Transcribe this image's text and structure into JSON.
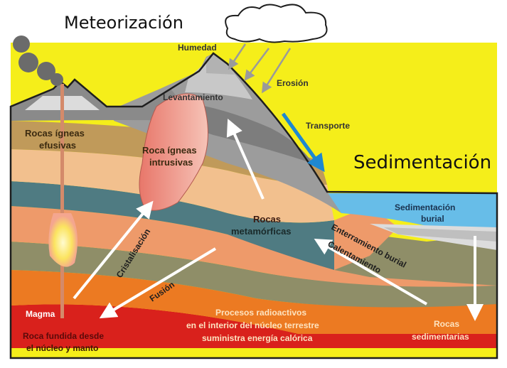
{
  "titles": {
    "weathering": "Meteorización",
    "sedimentation": "Sedimentación"
  },
  "labels": {
    "humidity": "Humedad",
    "erosion": "Erosión",
    "uplift": "Levantamiento",
    "transport": "Transporte",
    "extrusive_1": "Rocas ígneas",
    "extrusive_2": "efusivas",
    "intrusive_1": "Roca ígneas",
    "intrusive_2": "intrusivas",
    "sed_burial_1": "Sedimentación",
    "sed_burial_2": "burial",
    "metamorphic_1": "Rocas",
    "metamorphic_2": "metamórficas",
    "burial": "Enterramiento burial",
    "heating": "Calentamiento",
    "crystallization": "Cristalisación",
    "fusion": "Fusión",
    "magma": "Magma",
    "molten_1": "Roca fundida desde",
    "molten_2": "el núcleo y manto",
    "radio_1": "Procesos radioactivos",
    "radio_2": "en el interior del núcleo terrestre",
    "radio_3": "suministra energía calórica",
    "sedimentary_1": "Rocas",
    "sedimentary_2": "sedimentarias"
  },
  "colors": {
    "sky": "#ffffff",
    "outline": "#1e1e1e",
    "gray_dark": "#7d7d7d",
    "gray_mid": "#9c9c9c",
    "gray_light": "#c8c8c8",
    "gray_pale": "#dcdcdc",
    "tan": "#c09a5a",
    "peach": "#f2c08e",
    "teal": "#4f7b82",
    "salmon": "#ee9a6a",
    "olive": "#8f8e68",
    "orange": "#ec7a22",
    "red": "#d9211c",
    "yellow": "#f5ee1a",
    "water": "#67bde8",
    "intrusion": "#e88d7f",
    "arrow_blue": "#1e88d0",
    "smoke": "#6b6b6b"
  }
}
